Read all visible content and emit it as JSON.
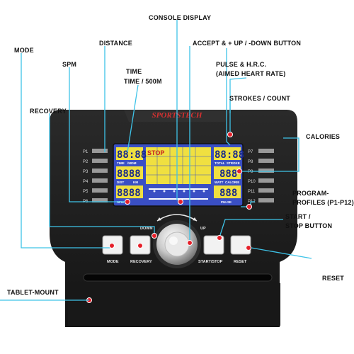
{
  "brand": "SPORTSTECH",
  "callouts": {
    "console_display": "CONSOLE DISPLAY",
    "distance": "DISTANCE",
    "mode": "MODE",
    "spm": "SPM",
    "time_line1": "TIME",
    "time_line2": "TIME / 500M",
    "accept_up_down": "ACCEPT & + UP / -DOWN BUTTON",
    "pulse_line1": "PULSE & H.R.C.",
    "pulse_line2": "(AIMED HEART RATE)",
    "strokes": "STROKES / COUNT",
    "recovery": "RECOVERY",
    "calories": "CALORIES",
    "programs_line1": "PROGRAM-",
    "programs_line2": "PROFILES (P1-P12)",
    "start_stop_line1": "START /",
    "start_stop_line2": "STOP BUTTON",
    "reset": "RESET",
    "tablet_mount": "TABLET-MOUNT"
  },
  "programs_left": [
    "P1",
    "P2",
    "P3",
    "P4",
    "P5",
    "P6"
  ],
  "programs_right": [
    "P7",
    "P8",
    "P9",
    "P10",
    "P11",
    "P12"
  ],
  "lcd": {
    "stop": "STOP",
    "digits_left": [
      "88:88",
      "8888",
      "8888"
    ],
    "digits_right": [
      "88:88",
      "888",
      "888"
    ],
    "tags_left": [
      "TIME",
      "/500M",
      "DIST",
      "KM",
      "SPM"
    ],
    "tags_right": [
      "TOTAL",
      "STROKE",
      "WATT",
      "CALORIE",
      "PULSE"
    ]
  },
  "buttons": {
    "mode": "MODE",
    "recovery": "RECOVERY",
    "start_stop": "START/STOP",
    "reset": "RESET",
    "down": "DOWN",
    "up": "UP"
  },
  "colors": {
    "console": "#1c1c1c",
    "lcd": "#3a4fc4",
    "lcd_yellow": "#f0e040",
    "callout_line": "#3ec3e8",
    "dot": "#e5202a"
  }
}
